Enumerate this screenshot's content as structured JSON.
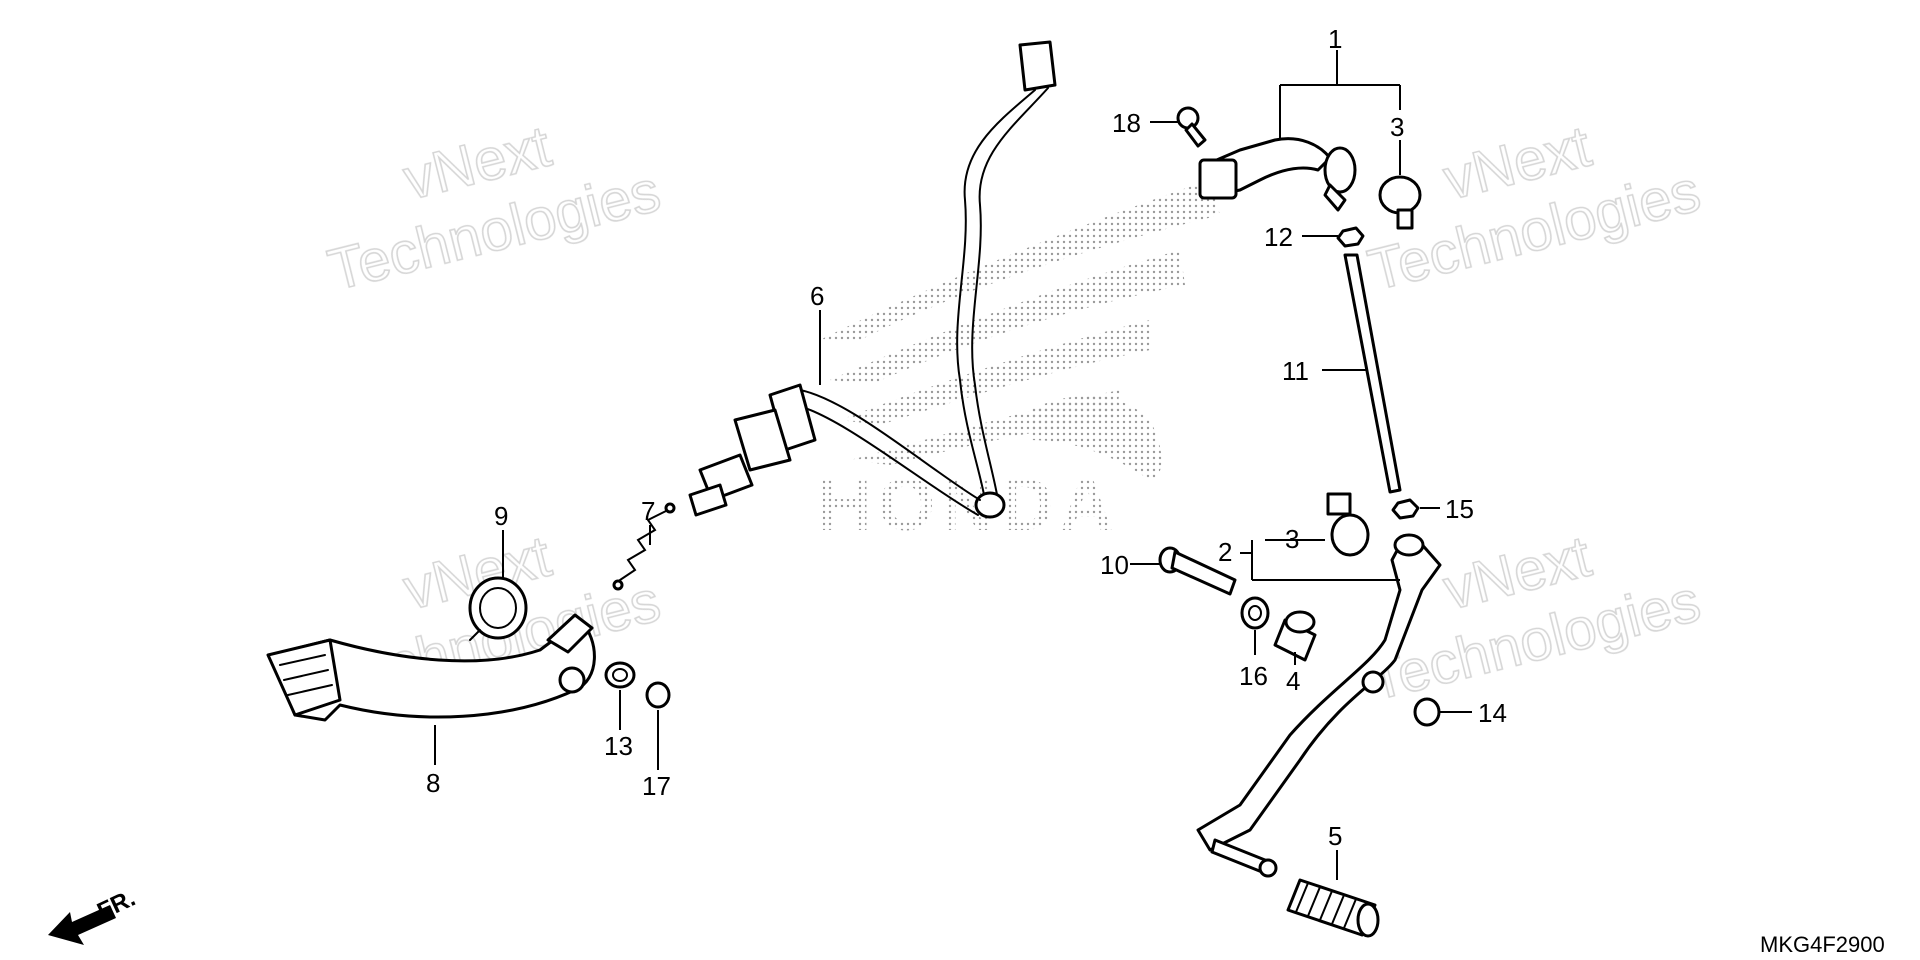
{
  "diagram_code": "MKG4F2900",
  "front_indicator": "FR.",
  "brand_mark": "HONDA",
  "watermark": {
    "line1": "vNext",
    "line2": "Technologies"
  },
  "callouts": {
    "c1": "1",
    "c2": "2",
    "c3a": "3",
    "c3b": "3",
    "c4": "4",
    "c5": "5",
    "c6": "6",
    "c7": "7",
    "c8": "8",
    "c9": "9",
    "c10": "10",
    "c11": "11",
    "c12": "12",
    "c13": "13",
    "c14": "14",
    "c15": "15",
    "c16": "16",
    "c17": "17",
    "c18": "18"
  },
  "icons": [
    "brake-pedal-icon",
    "gear-shift-pedal-icon",
    "brake-switch-icon",
    "spring-icon",
    "return-spring-icon",
    "shift-arm-icon",
    "tie-rod-icon",
    "rod-end-icon",
    "bolt-icon",
    "washer-icon",
    "collar-icon",
    "nut-icon",
    "rubber-footpeg-icon",
    "front-arrow-icon"
  ]
}
